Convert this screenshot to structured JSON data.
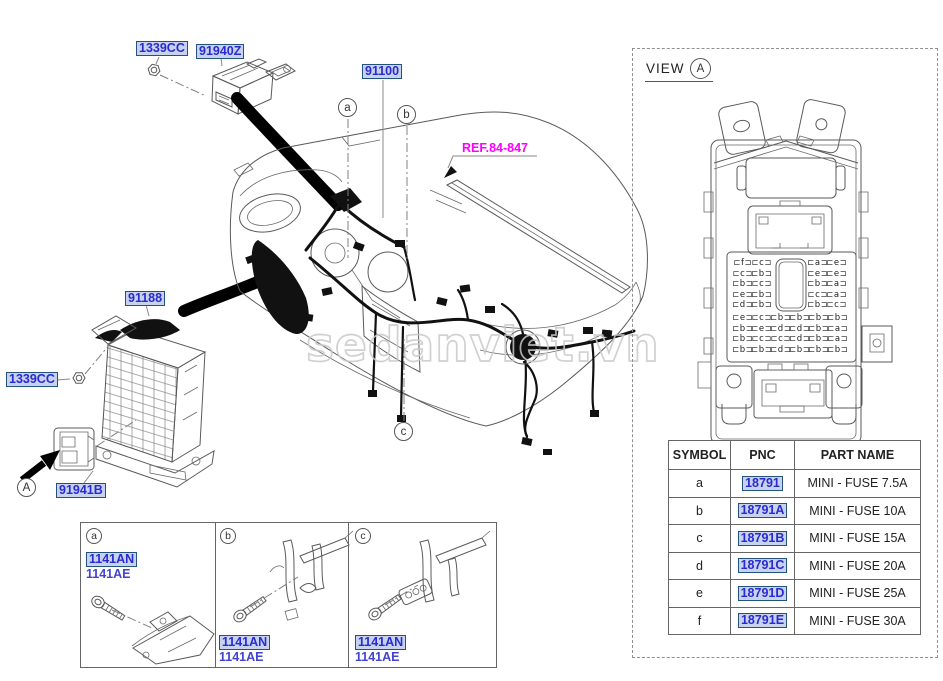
{
  "watermark": {
    "text": "sedanviet.vn"
  },
  "colors": {
    "link_text": "#2a2ad0",
    "link_bg": "#c7d3ee",
    "link_border": "#24527e",
    "ref_magenta": "#ff00ff",
    "watermark_gray": "#c9c9c9"
  },
  "diagram_labels": {
    "nut_top": "1339CC",
    "relay": "91940Z",
    "main_harness": "91100",
    "ref_callout": "REF.84-847",
    "junction_box": "91188",
    "nut_left": "1339CC",
    "cover": "91941B"
  },
  "callouts": {
    "a": "a",
    "b": "b",
    "c": "c",
    "main_view": "A"
  },
  "view_panel": {
    "title": "VIEW",
    "view_letter": "A",
    "fuse_grid": {
      "left_rows": [
        [
          "f",
          "c"
        ],
        [
          "c",
          "b"
        ],
        [
          "b",
          "c"
        ],
        [
          "e",
          "b"
        ],
        [
          "d",
          "b"
        ]
      ],
      "right_rows": [
        [
          "a",
          "e"
        ],
        [
          "e",
          "e"
        ],
        [
          "b",
          "a"
        ],
        [
          "c",
          "a"
        ],
        [
          "b",
          "c"
        ]
      ],
      "bottom_rows": [
        [
          "e",
          "c",
          "b",
          "b",
          "b",
          "b"
        ],
        [
          "b",
          "e",
          "d",
          "d",
          "b",
          "a"
        ],
        [
          "b",
          "c",
          "c",
          "d",
          "b",
          "a"
        ],
        [
          "b",
          "b",
          "d",
          "b",
          "b",
          "b"
        ]
      ]
    },
    "table": {
      "headers": [
        "SYMBOL",
        "PNC",
        "PART NAME"
      ],
      "rows": [
        {
          "symbol": "a",
          "pnc": "18791",
          "part_name": "MINI - FUSE 7.5A"
        },
        {
          "symbol": "b",
          "pnc": "18791A",
          "part_name": "MINI - FUSE 10A"
        },
        {
          "symbol": "c",
          "pnc": "18791B",
          "part_name": "MINI - FUSE 15A"
        },
        {
          "symbol": "d",
          "pnc": "18791C",
          "part_name": "MINI - FUSE 20A"
        },
        {
          "symbol": "e",
          "pnc": "18791D",
          "part_name": "MINI - FUSE 25A"
        },
        {
          "symbol": "f",
          "pnc": "18791E",
          "part_name": "MINI - FUSE 30A"
        }
      ]
    }
  },
  "bottom_panel": {
    "cells": [
      {
        "callout": "a",
        "primary_label": "1141AN",
        "secondary_label": "1141AE"
      },
      {
        "callout": "b",
        "primary_label": "1141AN",
        "secondary_label": "1141AE"
      },
      {
        "callout": "c",
        "primary_label": "1141AN",
        "secondary_label": "1141AE"
      }
    ]
  }
}
